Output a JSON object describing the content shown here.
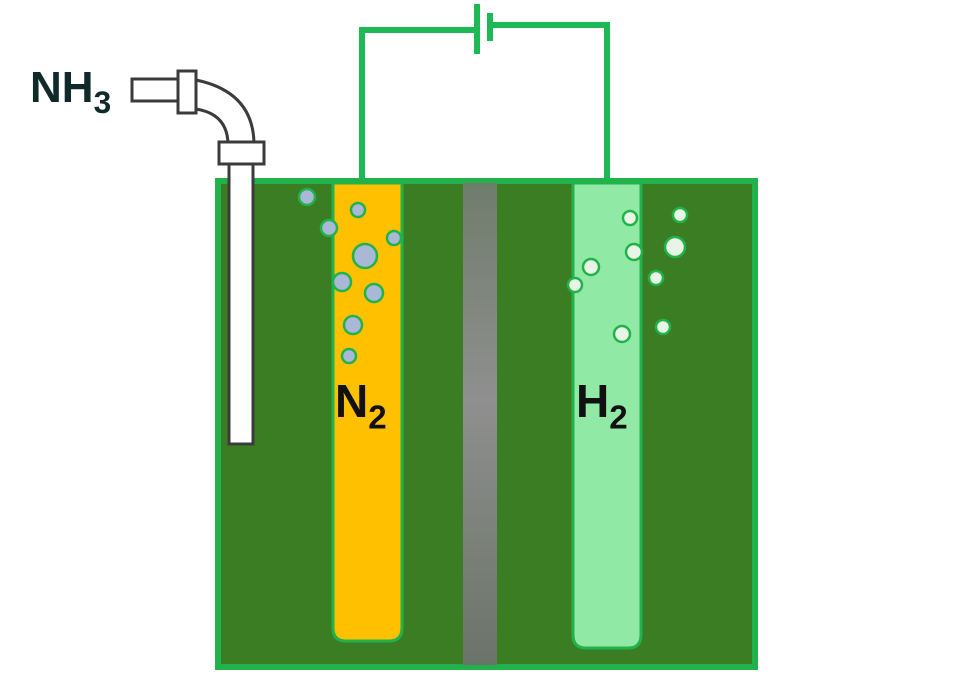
{
  "labels": {
    "nh3_main": "NH",
    "nh3_sub": "3",
    "n2_main": "N",
    "n2_sub": "2",
    "h2_main": "H",
    "h2_sub": "2"
  },
  "colors": {
    "wire": "#1db954",
    "tank_fill": "#3b7d23",
    "tank_border": "#22b24c",
    "n2_electrode": "#ffc000",
    "h2_electrode": "#90eaa5",
    "membrane": "#7a7a7a",
    "pipe_fill": "#ffffff",
    "pipe_stroke": "#3b3b3b",
    "nh3_text": "#0f2a28",
    "formula_text": "#111111",
    "n2_bubble_fill": "#a9b8d6",
    "h2_bubble_fill": "#e8f5e4"
  },
  "icons": {
    "battery": "battery-symbol-icon",
    "pipe": "elbow-pipe-icon"
  }
}
